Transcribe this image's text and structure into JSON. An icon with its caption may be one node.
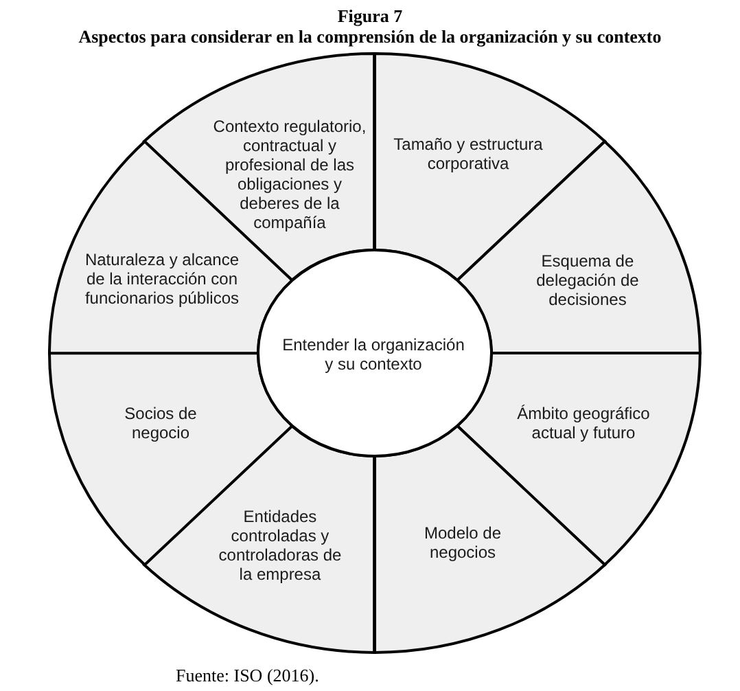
{
  "diagram": {
    "title": "Aspectos para considerar en la comprensión de la organización y su contexto",
    "caption": "Fuente: ISO (2016).",
    "labels": [
      "Figura 7"
    ],
    "nodes": [
      {
        "text": [
          "Entender la organización y su contexto"
        ]
      },
      {
        "text": [
          "Contexto regulatorio, contractual y profesional de las obligaciones y deberes de la compañía"
        ]
      },
      {
        "text": [
          "Tamaño y estructura corporativa"
        ]
      },
      {
        "text": [
          "Esquema de delegación de decisiones"
        ]
      },
      {
        "text": [
          "Ámbito geográfico actual y futuro"
        ]
      },
      {
        "text": [
          "Modelo de negocios"
        ]
      },
      {
        "text": [
          "Entidades controladas y controladoras de la empresa"
        ]
      },
      {
        "text": [
          "Socios de negocio"
        ]
      },
      {
        "text": [
          "Naturaleza y alcance de la interacción con funcionarios públicos"
        ]
      }
    ]
  }
}
